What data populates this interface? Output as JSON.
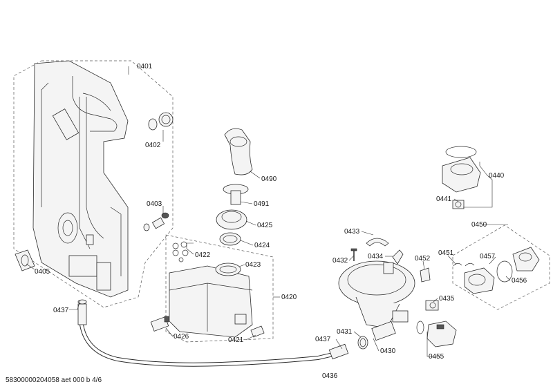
{
  "diagram": {
    "footer": "58300000204058 aet 000 b 4/6",
    "labels": {
      "p0401": "0401",
      "p0402": "0402",
      "p0403": "0403",
      "p0405": "0405",
      "p0437a": "0437",
      "p0436": "0436",
      "p0490": "0490",
      "p0491": "0491",
      "p0425": "0425",
      "p0424": "0424",
      "p0422": "0422",
      "p0423": "0423",
      "p0420": "0420",
      "p0426": "0426",
      "p0421": "0421",
      "p0433": "0433",
      "p0432": "0432",
      "p0434": "0434",
      "p0452": "0452",
      "p0451": "0451",
      "p0431": "0431",
      "p0437b": "0437",
      "p0430": "0430",
      "p0435": "0435",
      "p0455": "0455",
      "p0440": "0440",
      "p0441": "0441",
      "p0450": "0450",
      "p0457": "0457",
      "p0456": "0456"
    }
  }
}
